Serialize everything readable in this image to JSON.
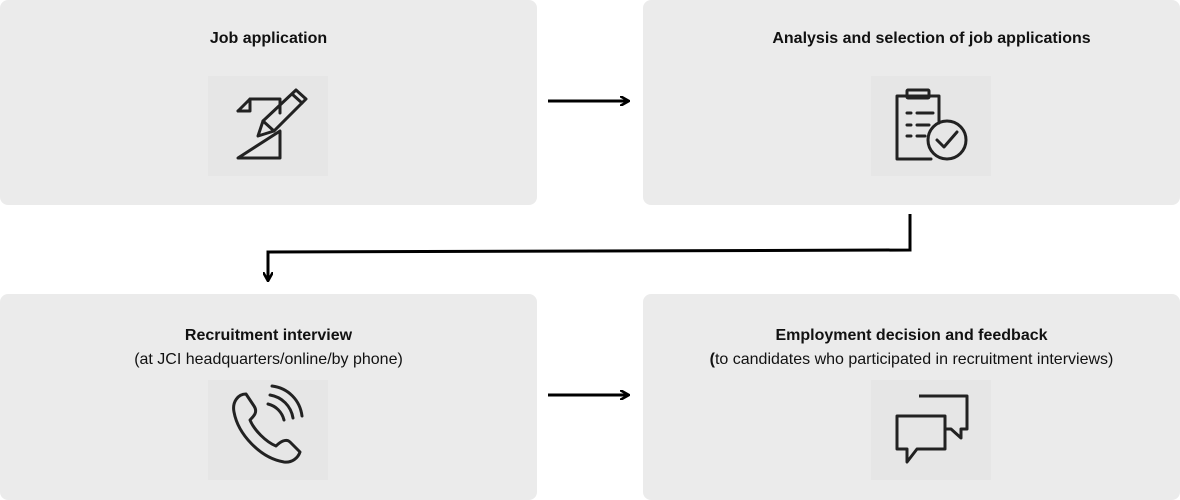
{
  "steps": [
    {
      "title": "Job application",
      "subtitle": "",
      "icon": "document-edit-icon"
    },
    {
      "title": "Analysis and selection of job applications",
      "subtitle": "",
      "icon": "clipboard-check-icon"
    },
    {
      "title": "Recruitment interview",
      "subtitle": "(at JCI headquarters/online/by phone)",
      "icon": "phone-icon"
    },
    {
      "title": "Employment decision and feedback",
      "subtitle_open": "(",
      "subtitle": "to candidates who participated in recruitment interviews)",
      "icon": "chat-bubbles-icon"
    }
  ],
  "colors": {
    "card": "#ebebeb",
    "icon_bg": "#e6e6e6",
    "stroke": "#222222",
    "arrow": "#000000"
  }
}
